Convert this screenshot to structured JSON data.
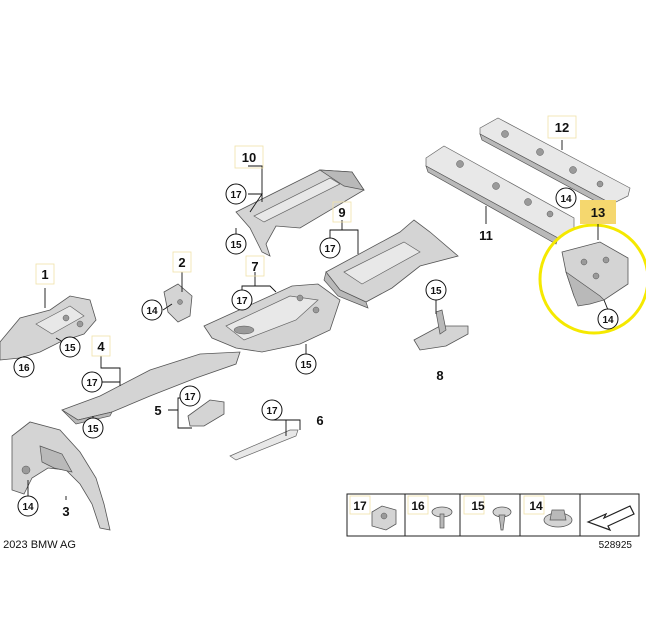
{
  "callouts": {
    "p1": "1",
    "p2": "2",
    "p3": "3",
    "p4": "4",
    "p5": "5",
    "p6": "6",
    "p7": "7",
    "p8": "8",
    "p9": "9",
    "p10": "10",
    "p11": "11",
    "p12": "12",
    "p13": "13"
  },
  "fasteners": {
    "f14": "14",
    "f15": "15",
    "f16": "16",
    "f17": "17"
  },
  "legend": [
    "17",
    "16",
    "15",
    "14"
  ],
  "copyright": "© 2023 BMW AG",
  "diagram_number": "528925",
  "highlight_color": "#f5e900",
  "highlight_box_color": "#f5d76e"
}
